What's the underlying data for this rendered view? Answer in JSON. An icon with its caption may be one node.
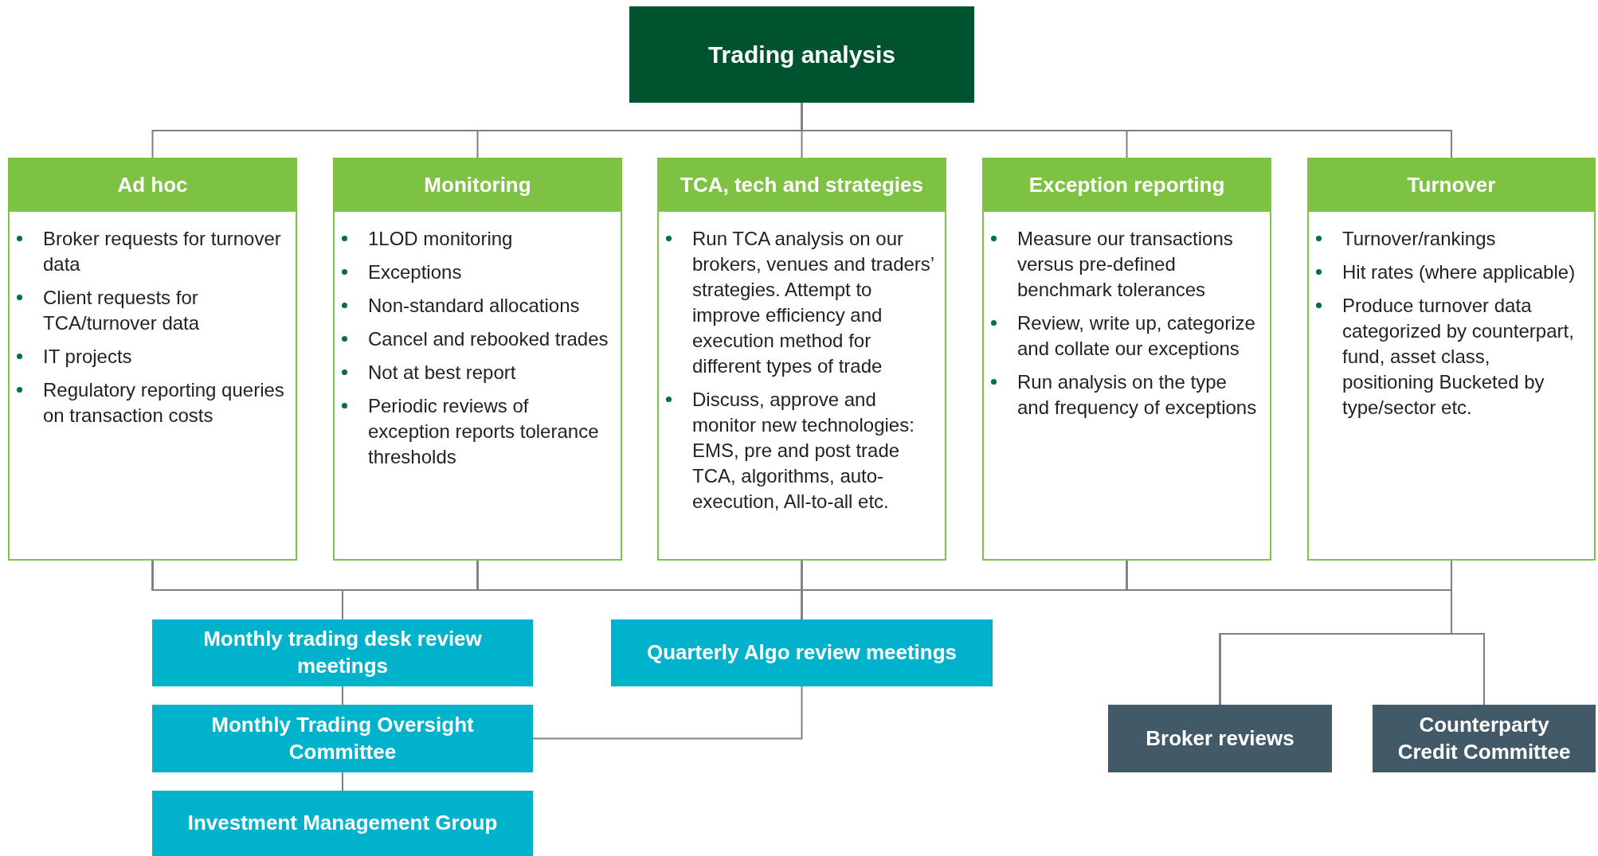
{
  "diagram": {
    "nodes": [
      {
        "text": [
          "Trading analysis"
        ]
      },
      {
        "text": [
          "Ad hoc",
          "Broker requests for turnover data",
          "Client requests for TCA/turnover data",
          "IT projects",
          "Regulatory reporting queries on transaction costs"
        ]
      },
      {
        "text": [
          "Monitoring",
          "1LOD monitoring",
          "Exceptions",
          "Non-standard allocations",
          "Cancel and rebooked trades",
          "Not at best report",
          "Periodic reviews of exception reports tolerance thresholds"
        ]
      },
      {
        "text": [
          "TCA, tech and strategies",
          "Run TCA analysis on our brokers, venues and traders’ strategies. Attempt to improve efficiency and execution method for different types of trade",
          "Discuss, approve and monitor new technologies: EMS, pre and post trade TCA, algorithms, auto-execution, All-to-all etc."
        ]
      },
      {
        "text": [
          "Exception reporting",
          "Measure our transactions versus pre-defined benchmark tolerances",
          "Review, write up, categorize and collate our exceptions",
          "Run analysis on the type and frequency of exceptions"
        ]
      },
      {
        "text": [
          "Turnover",
          "Turnover/rankings",
          "Hit rates (where applicable)",
          "Produce turnover data categorized by counterpart, fund, asset class, positioning Bucketed by type/sector etc."
        ]
      },
      {
        "text": [
          "Monthly trading desk review meetings"
        ]
      },
      {
        "text": [
          "Quarterly Algo review meetings"
        ]
      },
      {
        "text": [
          "Monthly Trading Oversight Committee"
        ]
      },
      {
        "text": [
          "Investment Management Group"
        ]
      },
      {
        "text": [
          "Broker reviews"
        ]
      },
      {
        "text": [
          "Counterparty Credit Committee"
        ]
      }
    ],
    "edges": [
      {
        "from": 0,
        "to": 1,
        "arrow": "none"
      },
      {
        "from": 0,
        "to": 2,
        "arrow": "none"
      },
      {
        "from": 0,
        "to": 3,
        "arrow": "none"
      },
      {
        "from": 0,
        "to": 4,
        "arrow": "none"
      },
      {
        "from": 0,
        "to": 5,
        "arrow": "none"
      },
      {
        "from": 1,
        "to": 6,
        "arrow": "none"
      },
      {
        "from": 2,
        "to": 6,
        "arrow": "none"
      },
      {
        "from": 3,
        "to": 6,
        "arrow": "none"
      },
      {
        "from": 4,
        "to": 6,
        "arrow": "none"
      },
      {
        "from": 5,
        "to": 6,
        "arrow": "none"
      },
      {
        "from": 1,
        "to": 7,
        "arrow": "none"
      },
      {
        "from": 2,
        "to": 7,
        "arrow": "none"
      },
      {
        "from": 3,
        "to": 7,
        "arrow": "none"
      },
      {
        "from": 4,
        "to": 7,
        "arrow": "none"
      },
      {
        "from": 5,
        "to": 7,
        "arrow": "none"
      },
      {
        "from": 1,
        "to": 10,
        "arrow": "none"
      },
      {
        "from": 2,
        "to": 10,
        "arrow": "none"
      },
      {
        "from": 3,
        "to": 10,
        "arrow": "none"
      },
      {
        "from": 4,
        "to": 10,
        "arrow": "none"
      },
      {
        "from": 5,
        "to": 10,
        "arrow": "none"
      },
      {
        "from": 1,
        "to": 11,
        "arrow": "none"
      },
      {
        "from": 2,
        "to": 11,
        "arrow": "none"
      },
      {
        "from": 3,
        "to": 11,
        "arrow": "none"
      },
      {
        "from": 4,
        "to": 11,
        "arrow": "none"
      },
      {
        "from": 5,
        "to": 11,
        "arrow": "none"
      },
      {
        "from": 6,
        "to": 8,
        "arrow": "none"
      },
      {
        "from": 7,
        "to": 8,
        "arrow": "none"
      },
      {
        "from": 8,
        "to": 9,
        "arrow": "none"
      }
    ]
  }
}
